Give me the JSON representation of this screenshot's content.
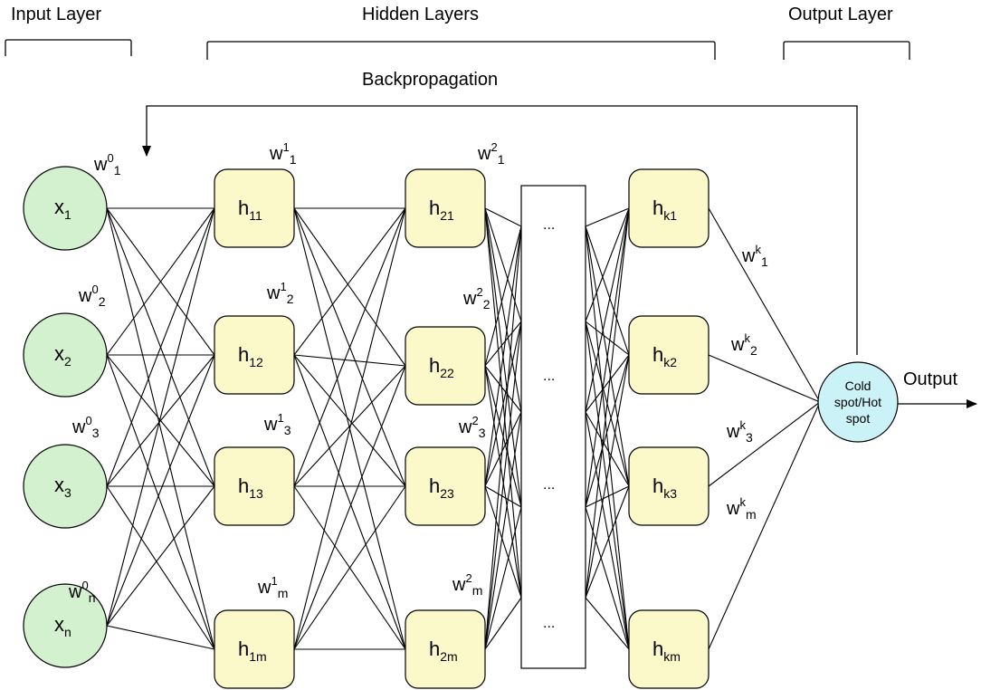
{
  "layer_labels": {
    "input": "Input Layer",
    "hidden": "Hidden Layers",
    "output": "Output Layer"
  },
  "backprop_label": "Backpropagation",
  "inputs": [
    {
      "base": "x",
      "sub": "1"
    },
    {
      "base": "x",
      "sub": "2"
    },
    {
      "base": "x",
      "sub": "3"
    },
    {
      "base": "x",
      "sub": "n"
    }
  ],
  "hidden_1": [
    {
      "base": "h",
      "sub": "11"
    },
    {
      "base": "h",
      "sub": "12"
    },
    {
      "base": "h",
      "sub": "13"
    },
    {
      "base": "h",
      "sub": "1m"
    }
  ],
  "hidden_2": [
    {
      "base": "h",
      "sub": "21"
    },
    {
      "base": "h",
      "sub": "22"
    },
    {
      "base": "h",
      "sub": "23"
    },
    {
      "base": "h",
      "sub": "2m"
    }
  ],
  "hidden_k": [
    {
      "base": "h",
      "sub": "k1"
    },
    {
      "base": "h",
      "sub": "k2"
    },
    {
      "base": "h",
      "sub": "k3"
    },
    {
      "base": "h",
      "sub": "km"
    }
  ],
  "ellipsis": [
    "...",
    "...",
    "...",
    "..."
  ],
  "weights_0": [
    {
      "base": "w",
      "sup": "0",
      "sub": "1"
    },
    {
      "base": "w",
      "sup": "0",
      "sub": "2"
    },
    {
      "base": "w",
      "sup": "0",
      "sub": "3"
    },
    {
      "base": "w",
      "sup": "0",
      "sub": "n"
    }
  ],
  "weights_1": [
    {
      "base": "w",
      "sup": "1",
      "sub": "1"
    },
    {
      "base": "w",
      "sup": "1",
      "sub": "2"
    },
    {
      "base": "w",
      "sup": "1",
      "sub": "3"
    },
    {
      "base": "w",
      "sup": "1",
      "sub": "m"
    }
  ],
  "weights_2": [
    {
      "base": "w",
      "sup": "2",
      "sub": "1"
    },
    {
      "base": "w",
      "sup": "2",
      "sub": "2"
    },
    {
      "base": "w",
      "sup": "2",
      "sub": "3"
    },
    {
      "base": "w",
      "sup": "2",
      "sub": "m"
    }
  ],
  "weights_k": [
    {
      "base": "w",
      "sup": "k",
      "sub": "1"
    },
    {
      "base": "w",
      "sup": "k",
      "sub": "2"
    },
    {
      "base": "w",
      "sup": "k",
      "sub": "3"
    },
    {
      "base": "w",
      "sup": "k",
      "sub": "m"
    }
  ],
  "output_node": {
    "line1": "Cold",
    "line2": "spot/Hot",
    "line3": "spot"
  },
  "output_label": "Output",
  "colors": {
    "input_fill": "#d3f0cf",
    "hidden_fill": "#fbf8c9",
    "output_fill": "#cbf2f7",
    "stroke": "#000000"
  }
}
